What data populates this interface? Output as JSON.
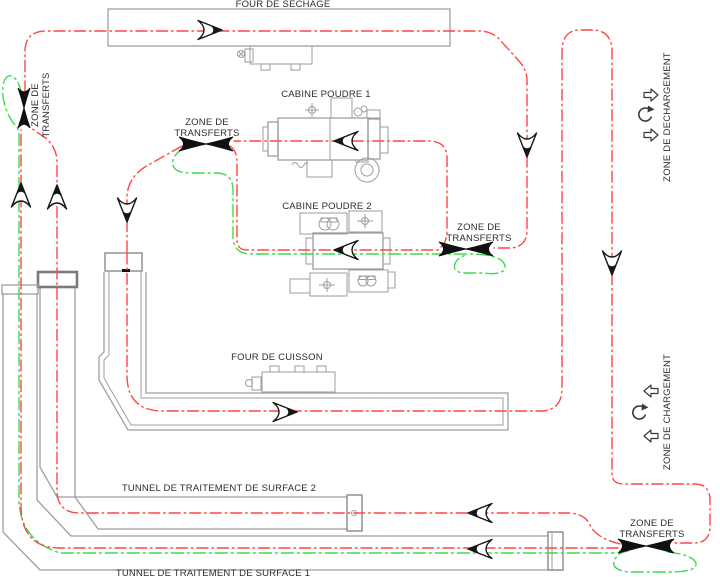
{
  "colors": {
    "conveyor_red": "#ff4742",
    "conveyor_green": "#3ddb4e",
    "structure_gray": "#9e9e9e",
    "label_color": "#2d2d2d",
    "background": "#ffffff"
  },
  "diagram": {
    "equipment": {
      "four_de_sechage": "FOUR DE SECHAGE",
      "cabine_poudre_1": "CABINE POUDRE 1",
      "cabine_poudre_2": "CABINE POUDRE 2",
      "four_de_cuisson": "FOUR DE CUISSON",
      "tunnel_surface_2": "TUNNEL DE TRAITEMENT DE SURFACE 2",
      "tunnel_surface_1": "TUNNEL DE TRAITEMENT DE SURFACE 1"
    },
    "zones": {
      "transfert_line1": "ZONE DE",
      "transfert_line2": "TRANSFERTS",
      "dechargement": "ZONE DE DECHARGEMENT",
      "chargement": "ZONE DE CHARGEMENT"
    }
  }
}
